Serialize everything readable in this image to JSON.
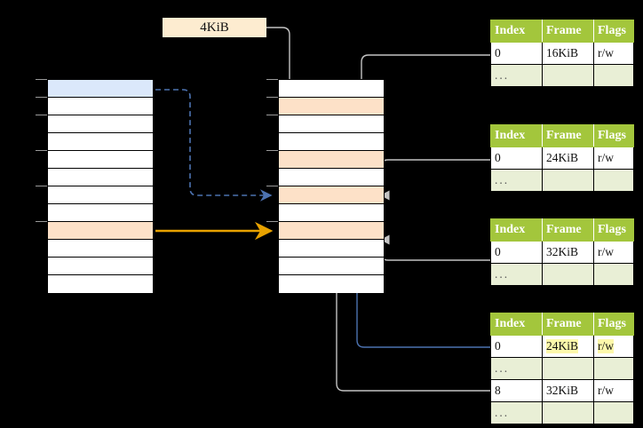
{
  "diagram": {
    "title_tag": {
      "label": "4KiB"
    },
    "left_column": {
      "name": "virtual-address-space-column",
      "rows": [
        {
          "index": 0,
          "highlight": "blue"
        },
        {
          "index": 1,
          "highlight": "none"
        },
        {
          "index": 2,
          "highlight": "none"
        },
        {
          "index": 3,
          "highlight": "none"
        },
        {
          "index": 4,
          "highlight": "none"
        },
        {
          "index": 5,
          "highlight": "none"
        },
        {
          "index": 6,
          "highlight": "none"
        },
        {
          "index": 7,
          "highlight": "none"
        },
        {
          "index": 8,
          "highlight": "peach"
        },
        {
          "index": 9,
          "highlight": "none"
        },
        {
          "index": 10,
          "highlight": "none"
        },
        {
          "index": 11,
          "highlight": "none"
        }
      ]
    },
    "middle_column": {
      "name": "physical-memory-column",
      "rows": [
        {
          "index": 0,
          "highlight": "none"
        },
        {
          "index": 1,
          "highlight": "peach"
        },
        {
          "index": 2,
          "highlight": "none"
        },
        {
          "index": 3,
          "highlight": "none"
        },
        {
          "index": 4,
          "highlight": "peach"
        },
        {
          "index": 5,
          "highlight": "none"
        },
        {
          "index": 6,
          "highlight": "peach"
        },
        {
          "index": 7,
          "highlight": "none"
        },
        {
          "index": 8,
          "highlight": "peach"
        },
        {
          "index": 9,
          "highlight": "none"
        },
        {
          "index": 10,
          "highlight": "none"
        },
        {
          "index": 11,
          "highlight": "none"
        }
      ]
    },
    "tables": [
      {
        "name": "page-table-1",
        "headers": [
          "Index",
          "Frame",
          "Flags"
        ],
        "rows": [
          {
            "type": "data",
            "cells": [
              "0",
              "16KiB",
              "r/w"
            ],
            "highlight": [
              false,
              false,
              false
            ]
          },
          {
            "type": "ellipsis",
            "cells": [
              "...",
              "",
              ""
            ],
            "highlight": [
              false,
              false,
              false
            ]
          }
        ]
      },
      {
        "name": "page-table-2",
        "headers": [
          "Index",
          "Frame",
          "Flags"
        ],
        "rows": [
          {
            "type": "data",
            "cells": [
              "0",
              "24KiB",
              "r/w"
            ],
            "highlight": [
              false,
              false,
              false
            ]
          },
          {
            "type": "ellipsis",
            "cells": [
              "...",
              "",
              ""
            ],
            "highlight": [
              false,
              false,
              false
            ]
          }
        ]
      },
      {
        "name": "page-table-3",
        "headers": [
          "Index",
          "Frame",
          "Flags"
        ],
        "rows": [
          {
            "type": "data",
            "cells": [
              "0",
              "32KiB",
              "r/w"
            ],
            "highlight": [
              false,
              false,
              false
            ]
          },
          {
            "type": "ellipsis",
            "cells": [
              "...",
              "",
              ""
            ],
            "highlight": [
              false,
              false,
              false
            ]
          }
        ]
      },
      {
        "name": "page-table-4",
        "headers": [
          "Index",
          "Frame",
          "Flags"
        ],
        "rows": [
          {
            "type": "data",
            "cells": [
              "0",
              "24KiB",
              "r/w"
            ],
            "highlight": [
              false,
              true,
              true
            ]
          },
          {
            "type": "ellipsis",
            "cells": [
              "...",
              "",
              ""
            ],
            "highlight": [
              false,
              false,
              false
            ]
          },
          {
            "type": "data",
            "cells": [
              "8",
              "32KiB",
              "r/w"
            ],
            "highlight": [
              false,
              false,
              false
            ]
          },
          {
            "type": "ellipsis",
            "cells": [
              "...",
              "",
              ""
            ],
            "highlight": [
              false,
              false,
              false
            ]
          }
        ]
      }
    ],
    "colors": {
      "header_green": "#a3c63c",
      "ellipsis_green": "#e9efd6",
      "highlight_yellow": "#fdf8ab",
      "blue_cell": "#dbe8fb",
      "peach_cell": "#fde1c8",
      "tag_cream": "#fdecd0",
      "arrow_orange": "#e8a200",
      "arrow_blue": "#4c72b0",
      "connector_gray": "#b8b8b8",
      "background": "#000000"
    },
    "arrows": [
      {
        "name": "blue-dashed-translation-arrow",
        "from": "left-row-0",
        "to": "middle-row-6",
        "style": "dashed",
        "color": "#4c72b0"
      },
      {
        "name": "orange-translation-arrow",
        "from": "left-row-8",
        "to": "middle-row-8",
        "style": "solid",
        "color": "#e8a200"
      },
      {
        "name": "blue-frame-pointer",
        "from": "page-table-4-row-0",
        "to": "middle-row-6",
        "style": "solid",
        "color": "#4c72b0"
      }
    ]
  }
}
